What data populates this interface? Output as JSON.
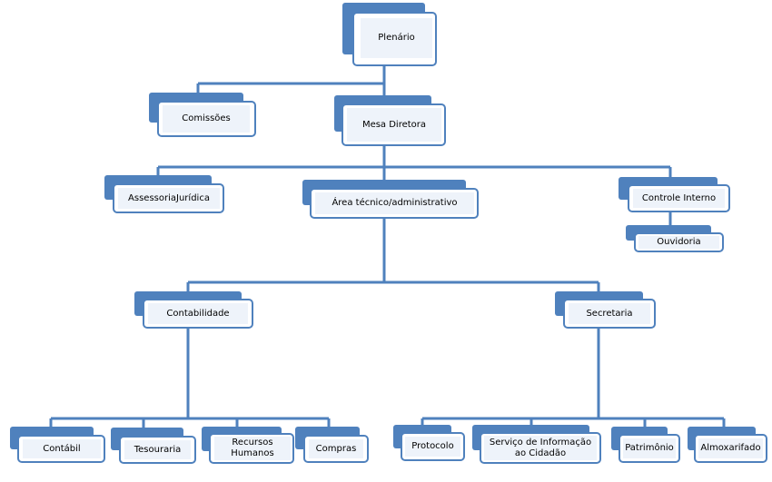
{
  "org": {
    "plenario": "Plenário",
    "comissoes": "Comissões",
    "mesa_diretora": "Mesa Diretora",
    "assessoria_juridica": "AssessoriaJurídica",
    "area_tecnico": "Área técnico/administrativo",
    "controle_interno": "Controle Interno",
    "ouvidoria": "Ouvidoria",
    "contabilidade": "Contabilidade",
    "secretaria": "Secretaria",
    "contabil": "Contábil",
    "tesouraria": "Tesouraria",
    "recursos_humanos": "Recursos Humanos",
    "compras": "Compras",
    "protocolo": "Protocolo",
    "servico_informacao": "Serviço de Informação ao Cidadão",
    "patrimonio": "Patrimônio",
    "almoxarifado": "Almoxarifado"
  },
  "colors": {
    "accent": "#4f81bd",
    "box_fill": "#eef3fa",
    "connector": "#4f81bd"
  }
}
